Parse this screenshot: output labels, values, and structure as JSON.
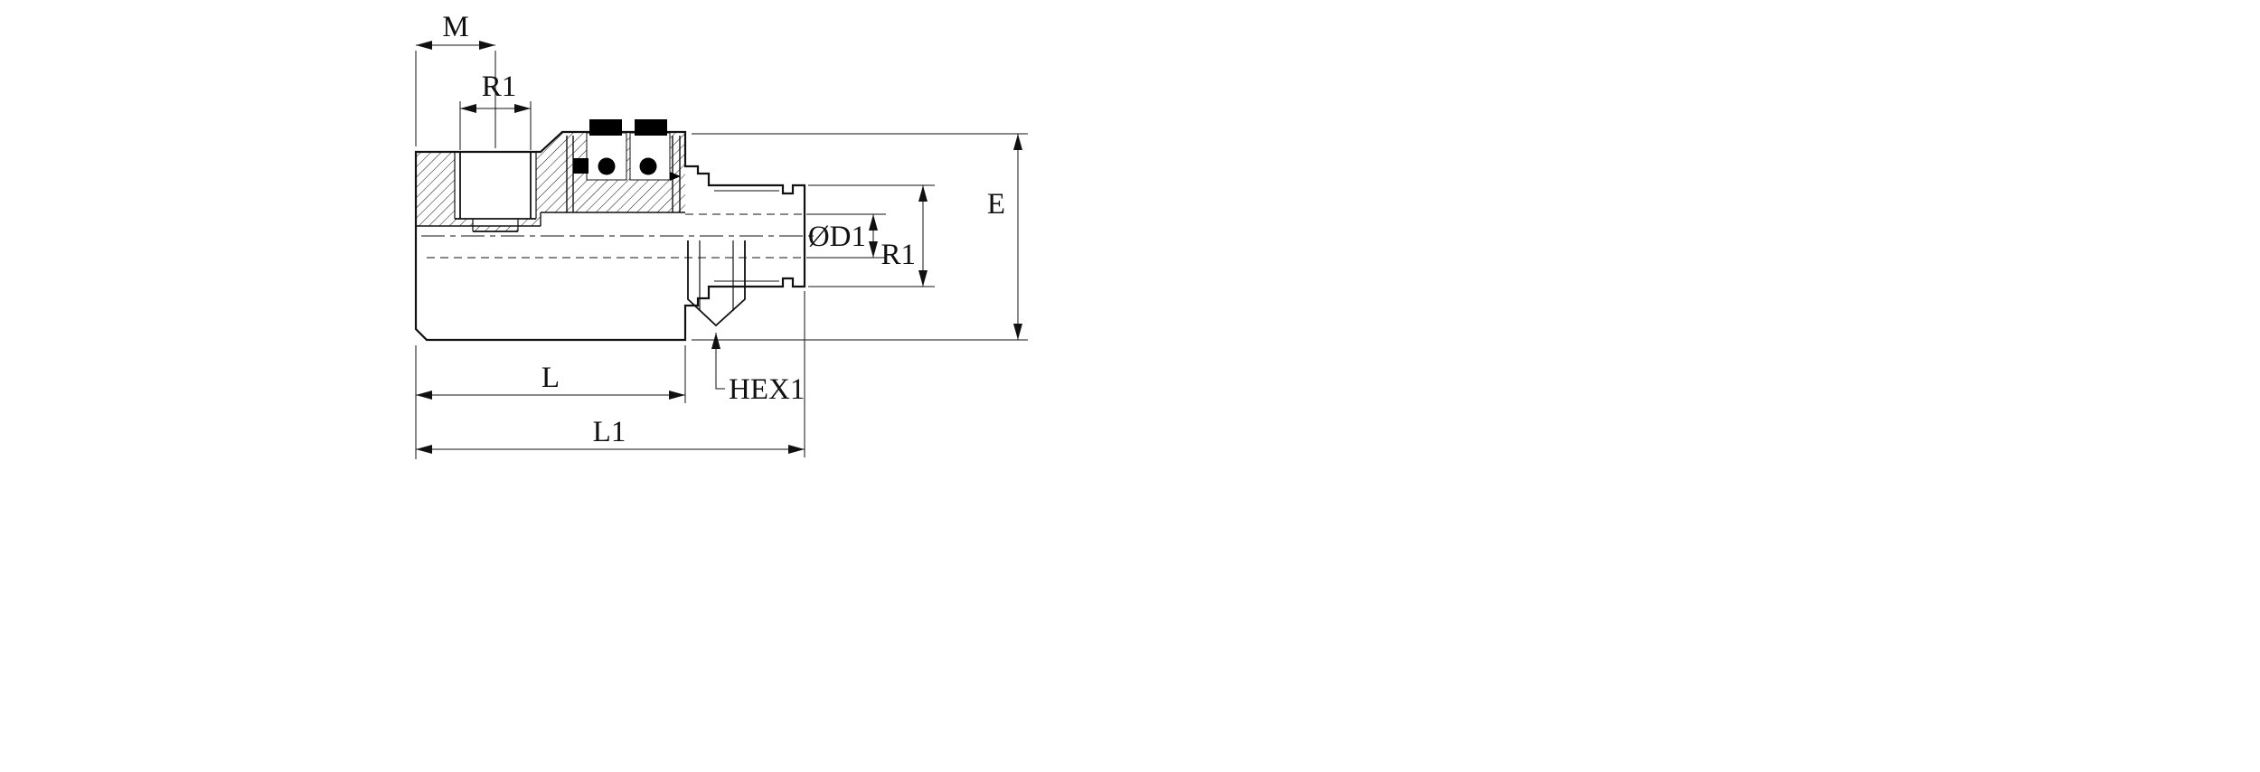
{
  "drawing": {
    "type": "technical-cross-section",
    "labels": {
      "m": "M",
      "r1_top": "R1",
      "e": "E",
      "od1": "ØD1",
      "r1_side": "R1",
      "l": "L",
      "l1": "L1",
      "hex1": "HEX1"
    },
    "colors": {
      "line": "#111111",
      "background": "#ffffff",
      "seal": "#000000"
    }
  }
}
